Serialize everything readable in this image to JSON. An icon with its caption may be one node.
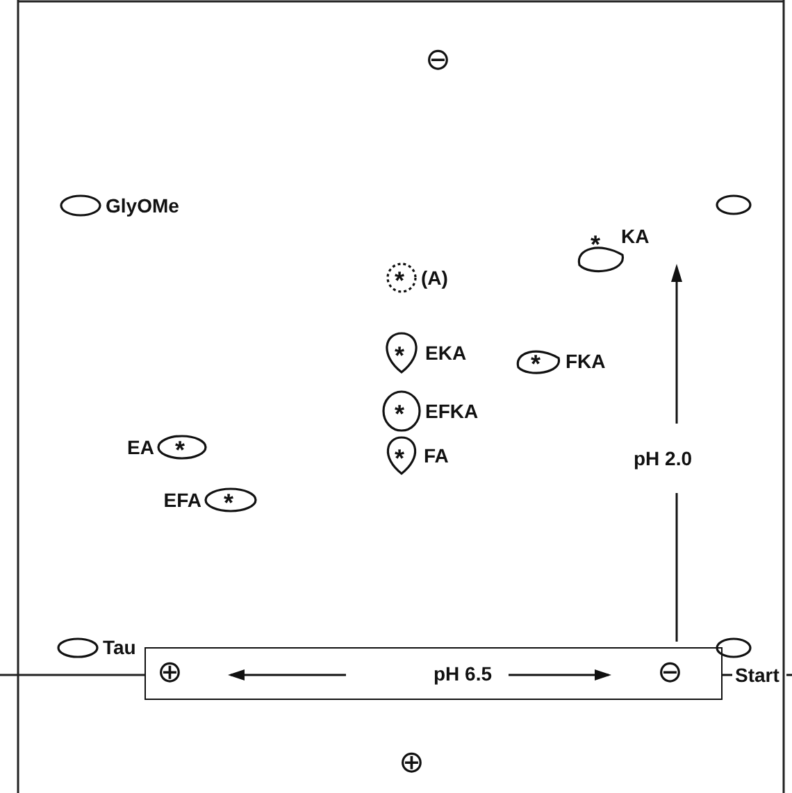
{
  "diagram": {
    "nodes": [
      {
        "text": [],
        "shape": "ellipse",
        "beside": [
          "GlyOMe"
        ]
      },
      {
        "text": [],
        "shape": "ellipse"
      },
      {
        "text": [
          "*"
        ],
        "beside": [
          "KA"
        ]
      },
      {
        "text": [
          "*"
        ],
        "beside": [
          "(A)"
        ]
      },
      {
        "text": [
          "*"
        ],
        "beside": [
          "EKA"
        ]
      },
      {
        "text": [
          "*"
        ],
        "beside": [
          "FKA"
        ]
      },
      {
        "text": [
          "*"
        ],
        "beside": [
          "EFKA"
        ]
      },
      {
        "text": [
          "*"
        ],
        "beside": [
          "EA"
        ]
      },
      {
        "text": [
          "*"
        ],
        "beside": [
          "FA"
        ]
      },
      {
        "text": [
          "*"
        ],
        "beside": [
          "EFA"
        ]
      },
      {
        "text": [],
        "shape": "ellipse",
        "beside": [
          "Tau"
        ]
      },
      {
        "text": [],
        "shape": "ellipse"
      },
      {
        "text": [
          "⊕",
          "pH 6.5",
          "⊖"
        ]
      }
    ],
    "edges": [],
    "labels": [
      "⊖",
      "pH 2.0",
      "Start",
      "⊕"
    ]
  }
}
